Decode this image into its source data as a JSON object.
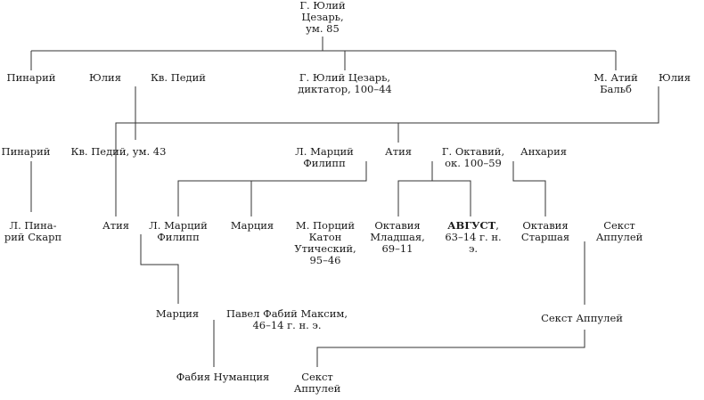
{
  "tree": {
    "people": {
      "caesar_elder": [
        "Г. Юлий",
        "Цезарь,",
        "ум. 85"
      ],
      "pinarius_sr": [
        "Пинарий"
      ],
      "julia1": [
        "Юлия"
      ],
      "pedius_sr": [
        "Кв. Педий"
      ],
      "caesar_dictator": [
        "Г. Юлий Цезарь,",
        "диктатор, 100–44"
      ],
      "atius_balbus": [
        "М. Атий",
        "Бальб"
      ],
      "julia2": [
        "Юлия"
      ],
      "pinarius_jr": [
        "Пинарий"
      ],
      "pedius_jr": [
        "Кв. Педий, ум. 43"
      ],
      "philippus_sr": [
        "Л. Марций",
        "Филипп"
      ],
      "atia1": [
        "Атия"
      ],
      "octavius": [
        "Г. Октавий,",
        "ок. 100–59"
      ],
      "ancharia": [
        "Анхария"
      ],
      "pinarius_scarpus": [
        "Л. Пина-",
        "рий Скарп"
      ],
      "atia2": [
        "Атия"
      ],
      "philippus_jr": [
        "Л. Марций",
        "Филипп"
      ],
      "marcia1": [
        "Марция"
      ],
      "cato": [
        "М. Порций",
        "Катон",
        "Утический,",
        "95–46"
      ],
      "octavia_minor": [
        "Октавия",
        "Младшая,",
        "69–11"
      ],
      "augustus_name": "АВГУСТ",
      "augustus_rest": ",",
      "augustus_dates": [
        "63–14 г. н.",
        "э."
      ],
      "octavia_major": [
        "Октавия",
        "Старшая"
      ],
      "appuleius_sr": [
        "Секст",
        "Аппулей"
      ],
      "marcia2": [
        "Марция"
      ],
      "fabius": [
        "Павел Фабий Максим,",
        "46–14 г. н. э."
      ],
      "appuleius_mid": [
        "Секст Аппулей"
      ],
      "fabia": [
        "Фабия Нуманция"
      ],
      "appuleius_jr": [
        "Секст",
        "Аппулей"
      ]
    }
  }
}
